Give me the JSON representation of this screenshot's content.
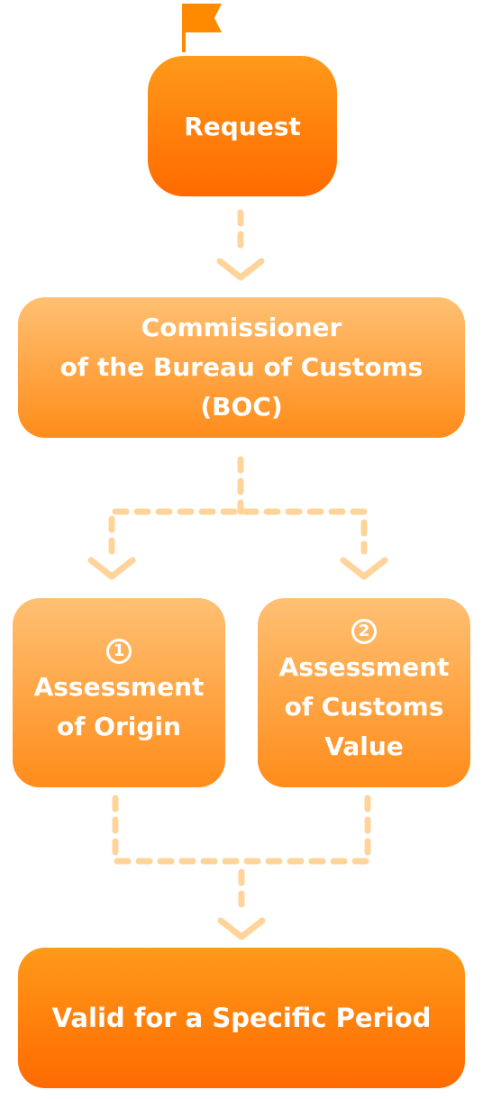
{
  "colors": {
    "primary_orange": "#ff7a00",
    "light_orange": "#ffc073",
    "connector": "#ffd49a"
  },
  "icons": {
    "flag": "flag-icon",
    "arrow": "chevron-down-icon"
  },
  "nodes": {
    "request": {
      "label": "Request"
    },
    "commissioner": {
      "lines": [
        "Commissioner",
        "of the Bureau of Customs",
        "(BOC)"
      ]
    },
    "origin": {
      "number": "1",
      "lines": [
        "Assessment",
        "of Origin"
      ]
    },
    "customs_value": {
      "number": "2",
      "lines": [
        "Assessment",
        "of Customs",
        "Value"
      ]
    },
    "valid": {
      "label": "Valid for a Specific Period"
    }
  }
}
